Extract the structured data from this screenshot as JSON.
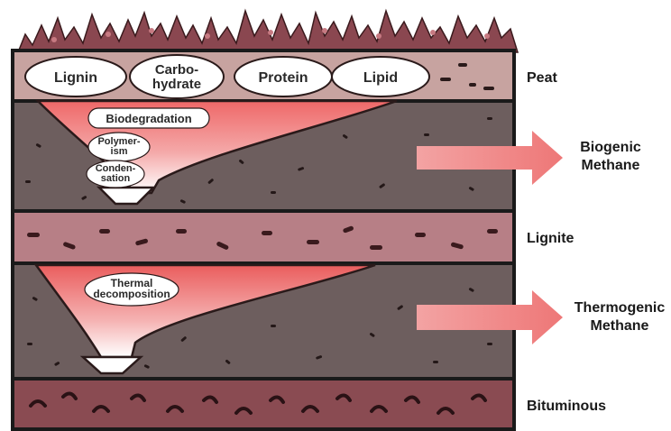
{
  "components": [
    "Lignin",
    "Carbo-\nhydrate",
    "Protein",
    "Lipid"
  ],
  "processes_upper": [
    "Biodegradation",
    "Polymer-\nism",
    "Conden-\nsation"
  ],
  "processes_lower": [
    "Thermal\ndecomposition"
  ],
  "layers": [
    "Peat",
    "Lignite",
    "Bituminous"
  ],
  "outputs": [
    "Biogenic\nMethane",
    "Thermogenic\nMethane"
  ],
  "colors": {
    "peat": "#c7a3a0",
    "rock": "#6d5e5e",
    "lignite": "#b77f86",
    "bituminous": "#8a4b52",
    "funnel": "#ef6b6b",
    "arrow": "#f08c8c",
    "outline": "#1a1a1a"
  }
}
